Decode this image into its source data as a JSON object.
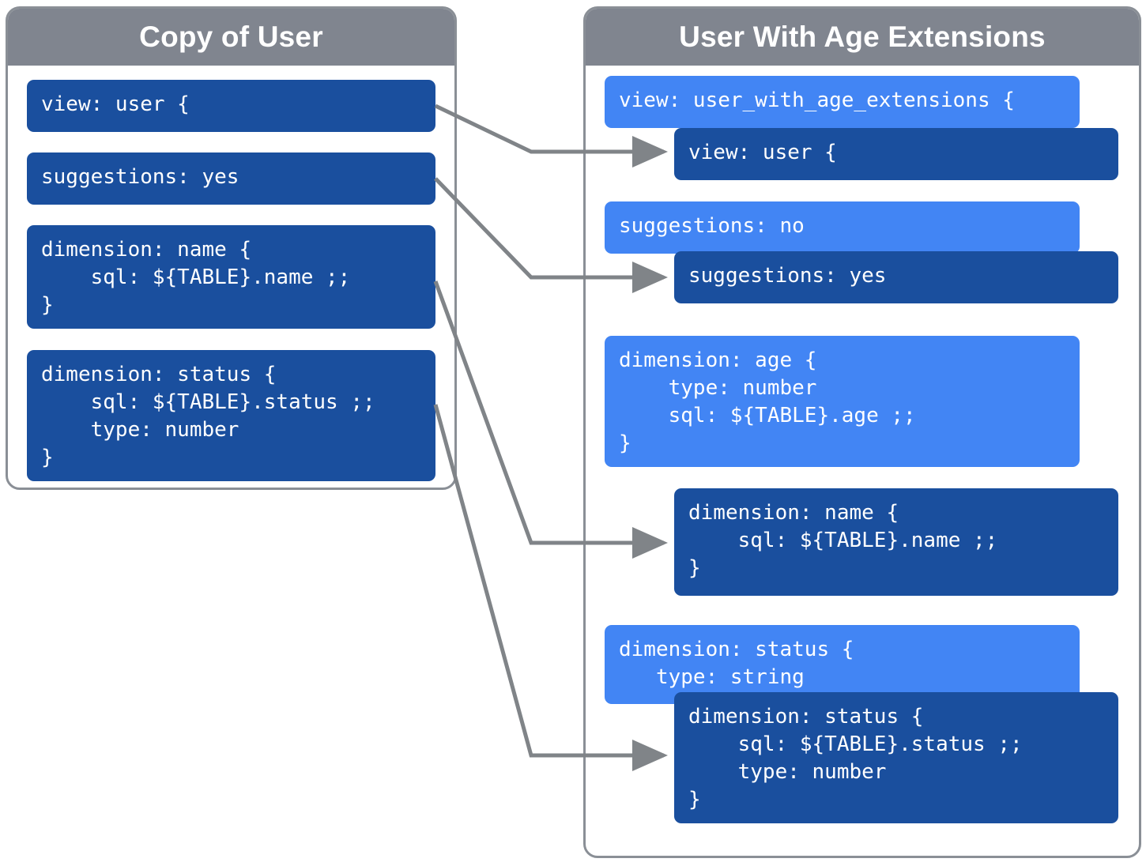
{
  "diagram": {
    "title_left": "Copy of User",
    "title_right": "User With Age Extensions",
    "colors": {
      "panel_border": "#8a8f96",
      "panel_header": "#80858f",
      "code_dark": "#1a4f9e",
      "code_light": "#4285f4",
      "arrow": "#808488",
      "background": "#ffffff",
      "text": "#ffffff"
    }
  },
  "left_panel": {
    "header": "Copy of User",
    "blocks": [
      {
        "name": "view",
        "variant": "dark",
        "code": "view: user {"
      },
      {
        "name": "suggestions",
        "variant": "dark",
        "code": "suggestions: yes"
      },
      {
        "name": "dimension-name",
        "variant": "dark",
        "code": "dimension: name {\n    sql: ${TABLE}.name ;;\n}"
      },
      {
        "name": "dimension-status",
        "variant": "dark",
        "code": "dimension: status {\n    sql: ${TABLE}.status ;;\n    type: number\n}"
      }
    ]
  },
  "right_panel": {
    "header": "User With Age Extensions",
    "blocks": [
      {
        "name": "view-outer",
        "variant": "light",
        "code": "view: user_with_age_extensions {"
      },
      {
        "name": "view-inner",
        "variant": "dark",
        "code": "view: user {"
      },
      {
        "name": "suggestions-outer",
        "variant": "light",
        "code": "suggestions: no"
      },
      {
        "name": "suggestions-inner",
        "variant": "dark",
        "code": "suggestions: yes"
      },
      {
        "name": "dimension-age",
        "variant": "light",
        "code": "dimension: age {\n    type: number\n    sql: ${TABLE}.age ;;\n}"
      },
      {
        "name": "dimension-name-inner",
        "variant": "dark",
        "code": "dimension: name {\n    sql: ${TABLE}.name ;;\n}"
      },
      {
        "name": "dimension-status-outer",
        "variant": "light",
        "code": "dimension: status {\n   type: string"
      },
      {
        "name": "dimension-status-inner",
        "variant": "dark",
        "code": "dimension: status {\n    sql: ${TABLE}.status ;;\n    type: number\n}"
      }
    ]
  },
  "connectors": [
    {
      "name": "view-to-view",
      "from": "left.view",
      "to": "right.view-inner"
    },
    {
      "name": "suggestions-to-suggestions",
      "from": "left.suggestions",
      "to": "right.suggestions-inner"
    },
    {
      "name": "name-to-name",
      "from": "left.dimension-name",
      "to": "right.dimension-name-inner"
    },
    {
      "name": "status-to-status",
      "from": "left.dimension-status",
      "to": "right.dimension-status-inner"
    }
  ]
}
